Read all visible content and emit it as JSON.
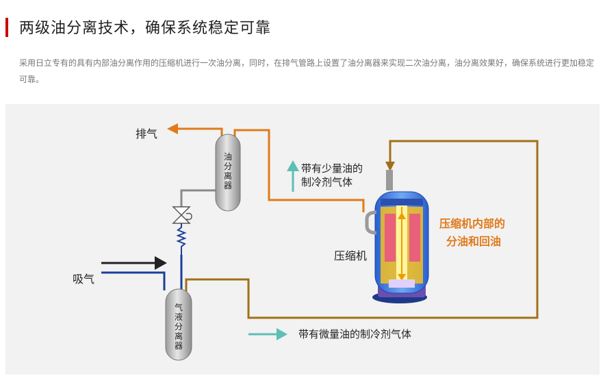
{
  "header": {
    "title": "两级油分离技术，确保系统稳定可靠",
    "description": "采用日立专有的具有内部油分离作用的压缩机进行一次油分离，同时，在排气管路上设置了油分离器来实现二次油分离，油分离效果好，确保系统进行更加稳定可靠。"
  },
  "diagram": {
    "exhaust_label": "排气",
    "intake_label": "吸气",
    "oil_separator_label": "油分离器",
    "gas_liquid_separator_label": "气液分离器",
    "less_oil_line1": "带有少量油的",
    "less_oil_line2": "制冷剂气体",
    "compressor_label": "压缩机",
    "internal_line1": "压缩机内部的",
    "internal_line2": "分油和回油",
    "trace_oil_label": "带有微量油的制冷剂气体",
    "colors": {
      "orange": "#e07a1a",
      "blue": "#1b3f9a",
      "gray": "#8a8a8a",
      "brown": "#a07018",
      "teal": "#5cc0b4",
      "black": "#222222",
      "accent_text": "#e07a1a",
      "title_bar": "#cc0000"
    }
  }
}
